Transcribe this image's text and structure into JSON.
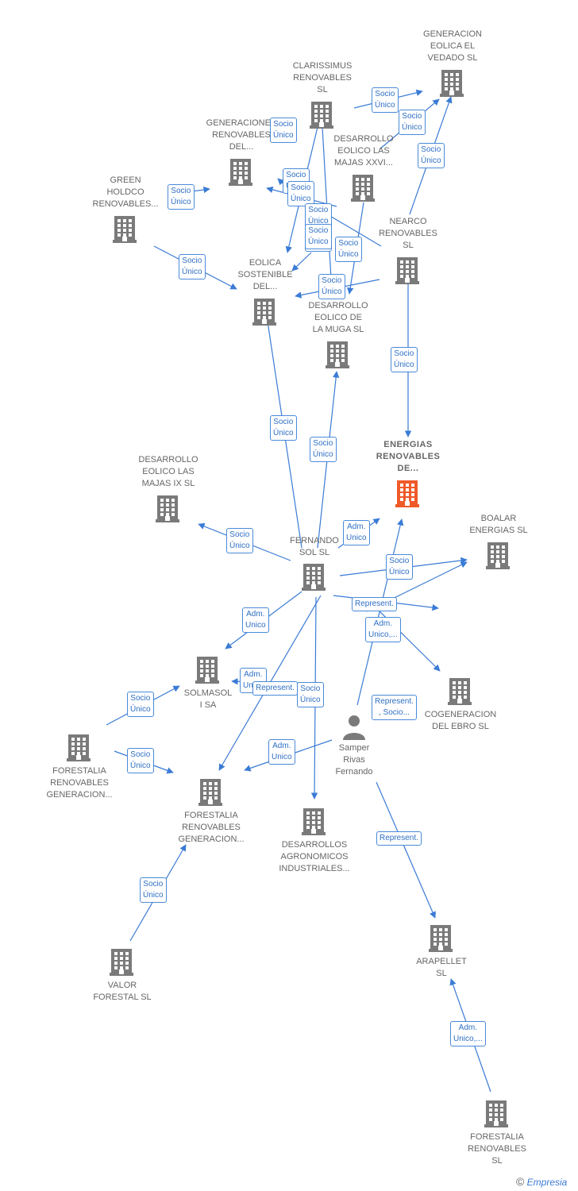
{
  "nodes": [
    {
      "id": "gen_vedado",
      "label": "GENERACION\nEOLICA EL\nVEDADO SL",
      "type": "company"
    },
    {
      "id": "clarissimus",
      "label": "CLARISSIMUS\nRENOVABLES\nSL",
      "type": "company"
    },
    {
      "id": "gen_renov_del",
      "label": "GENERACIONES\nRENOVABLES\nDEL...",
      "type": "company"
    },
    {
      "id": "desarrollo_xxvi",
      "label": "DESARROLLO\nEOLICO LAS\nMAJAS XXVI...",
      "type": "company"
    },
    {
      "id": "green_holdco",
      "label": "GREEN\nHOLDCO\nRENOVABLES...",
      "type": "company"
    },
    {
      "id": "nearco",
      "label": "NEARCO\nRENOVABLES\nSL",
      "type": "company"
    },
    {
      "id": "eolica_sostenible",
      "label": "EOLICA\nSOSTENIBLE\nDEL...",
      "type": "company"
    },
    {
      "id": "muga",
      "label": "DESARROLLO\nEOLICO DE\nLA MUGA SL",
      "type": "company"
    },
    {
      "id": "energias_renov",
      "label": "ENERGIAS\nRENOVABLES\nDE...",
      "type": "focus"
    },
    {
      "id": "majas_ix",
      "label": "DESARROLLO\nEOLICO LAS\nMAJAS IX  SL",
      "type": "company"
    },
    {
      "id": "fernando_sol",
      "label": "FERNANDO\nSOL SL",
      "type": "company"
    },
    {
      "id": "boalar",
      "label": "BOALAR\nENERGIAS  SL",
      "type": "company"
    },
    {
      "id": "solmasol",
      "label": "SOLMASOL\nI SA",
      "type": "company"
    },
    {
      "id": "cogeneracion",
      "label": "COGENERACION\nDEL EBRO  SL",
      "type": "company"
    },
    {
      "id": "samper",
      "label": "Samper\nRivas\nFernando",
      "type": "person"
    },
    {
      "id": "forestalia_gen1",
      "label": "FORESTALIA\nRENOVABLES\nGENERACION...",
      "type": "company"
    },
    {
      "id": "forestalia_gen2",
      "label": "FORESTALIA\nRENOVABLES\nGENERACION...",
      "type": "company"
    },
    {
      "id": "agronomicos",
      "label": "DESARROLLOS\nAGRONOMICOS\nINDUSTRIALES...",
      "type": "company"
    },
    {
      "id": "valor_forestal",
      "label": "VALOR\nFORESTAL SL",
      "type": "company"
    },
    {
      "id": "arapellet",
      "label": "ARAPELLET\nSL",
      "type": "company"
    },
    {
      "id": "forestalia_sl",
      "label": "FORESTALIA\nRENOVABLES\nSL",
      "type": "company"
    }
  ],
  "edge_labels": [
    "Socio\nÚnico",
    "Socio\nÚnico",
    "Socio\nÚnico",
    "Socio\nÚnico",
    "Socio\nÚnico",
    "Socio\nÚnico",
    "Socio\nÚnico",
    "Socio\nÚnico",
    "Socio\nÚnico",
    "Socio\nÚnico",
    "Socio\nÚnico",
    "Socio\nÚnico",
    "Socio\nÚnico",
    "Socio\nÚnico",
    "Socio\nÚnico",
    "Socio\nÚnico",
    "Socio\nÚnico",
    "Socio\nÚnico",
    "Adm.\nUnico",
    "Socio\nÚnico",
    "Represent.",
    "Adm.\nUnico,...",
    "Adm.\nUnico",
    "Adm.\nUnico",
    "Represent.",
    "Socio\nÚnico",
    "Represent.\n, Socio...",
    "Socio\nÚnico",
    "Socio\nÚnico",
    "Adm.\nUnico",
    "Represent.",
    "Socio\nÚnico",
    "Adm.\nUnico,..."
  ],
  "footer": {
    "copyright": "©",
    "brand": "Empresia"
  },
  "colors": {
    "edge": "#3a7bd5",
    "icon": "#7a7a7a",
    "focus_icon": "#f05a28"
  }
}
